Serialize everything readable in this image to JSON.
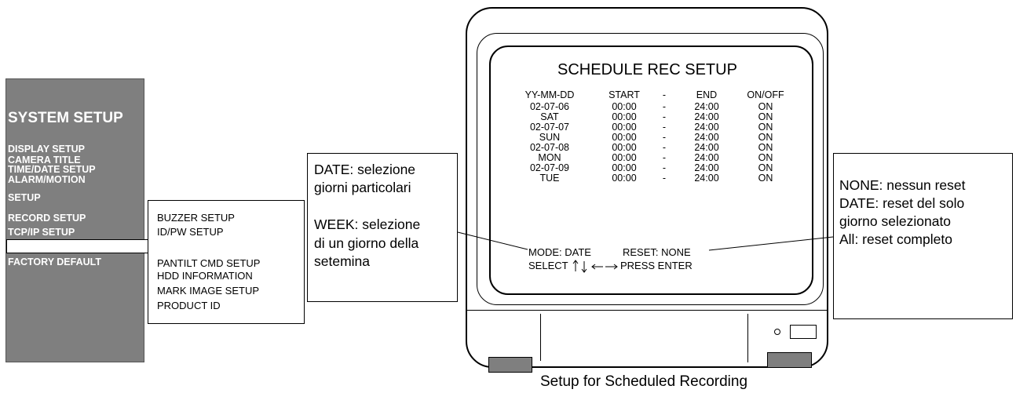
{
  "system_menu": {
    "title": "SYSTEM SETUP",
    "items": [
      "DISPLAY SETUP",
      "CAMERA TITLE",
      "TIME/DATE SETUP",
      "ALARM/MOTION",
      "SETUP",
      "RECORD SETUP",
      "TCP/IP SETUP",
      "",
      "FACTORY DEFAULT"
    ]
  },
  "submenu": {
    "items": [
      "BUZZER SETUP",
      "ID/PW SETUP",
      "",
      "PANTILT CMD SETUP",
      "HDD INFORMATION",
      "MARK IMAGE SETUP",
      "PRODUCT ID"
    ]
  },
  "callout_left": {
    "lines": [
      "DATE: selezione",
      "giorni particolari",
      "",
      "WEEK: selezione",
      "di un giorno della",
      "setemina"
    ]
  },
  "callout_right": {
    "lines": [
      "NONE: nessun reset",
      "DATE: reset del solo",
      "giorno selezionato",
      "All: reset completo"
    ]
  },
  "screen": {
    "title": "SCHEDULE REC SETUP",
    "headers": [
      "YY-MM-DD",
      "START",
      "-",
      "END",
      "ON/OFF"
    ],
    "rows": [
      {
        "date": "02-07-06",
        "start": "00:00",
        "dash": "-",
        "end": "24:00",
        "onoff": "ON"
      },
      {
        "date": "SAT",
        "start": "00:00",
        "dash": "-",
        "end": "24:00",
        "onoff": "ON"
      },
      {
        "date": "02-07-07",
        "start": "00:00",
        "dash": "-",
        "end": "24:00",
        "onoff": "ON"
      },
      {
        "date": "SUN",
        "start": "00:00",
        "dash": "-",
        "end": "24:00",
        "onoff": "ON"
      },
      {
        "date": "02-07-08",
        "start": "00:00",
        "dash": "-",
        "end": "24:00",
        "onoff": "ON"
      },
      {
        "date": "MON",
        "start": "00:00",
        "dash": "-",
        "end": "24:00",
        "onoff": "ON"
      },
      {
        "date": "02-07-09",
        "start": "00:00",
        "dash": "-",
        "end": "24:00",
        "onoff": "ON"
      },
      {
        "date": "TUE",
        "start": "00:00",
        "dash": "-",
        "end": "24:00",
        "onoff": "ON"
      }
    ],
    "mode_line": "MODE: DATE",
    "reset_line": "RESET:  NONE",
    "select_line": "SELECT",
    "press_line": "PRESS  ENTER"
  },
  "caption": "Setup for Scheduled Recording"
}
